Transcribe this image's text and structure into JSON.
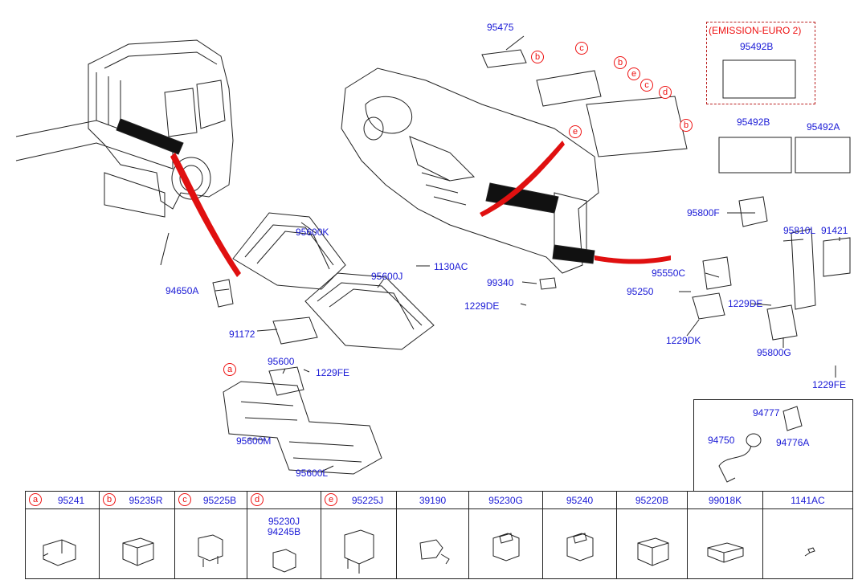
{
  "labels": {
    "p95475": "95475",
    "p95600K": "95600K",
    "p1130AC": "1130AC",
    "p95600J": "95600J",
    "p94650A": "94650A",
    "p91172": "91172",
    "p95600": "95600",
    "p1229FE_a": "1229FE",
    "p95600M": "95600M",
    "p95600L": "95600L",
    "p99340": "99340",
    "p1229DE_a": "1229DE",
    "p95800F": "95800F",
    "p95810L": "95810L",
    "p91421": "91421",
    "p95550C": "95550C",
    "p95250": "95250",
    "p1229DE_b": "1229DE",
    "p1229DK": "1229DK",
    "p95800G": "95800G",
    "p1229FE_b": "1229FE",
    "p95492B_top": "95492B",
    "p95492B": "95492B",
    "p95492A": "95492A",
    "p94777": "94777",
    "p94750": "94750",
    "p94776A": "94776A"
  },
  "emission": {
    "title": "(EMISSION-EURO 2)"
  },
  "callouts": {
    "b1": "b",
    "c1": "c",
    "b2": "b",
    "e1": "e",
    "c2": "c",
    "d1": "d",
    "b3": "b",
    "e2": "e",
    "a1": "a"
  },
  "table": [
    {
      "letter": "a",
      "part": "95241",
      "part2": "",
      "icon": "relay-5pin-icon"
    },
    {
      "letter": "b",
      "part": "95235R",
      "part2": "",
      "icon": "relay-cube-icon"
    },
    {
      "letter": "c",
      "part": "95225B",
      "part2": "",
      "icon": "relay-mini-icon"
    },
    {
      "letter": "d",
      "part": "95230J",
      "part2": "94245B",
      "icon": "relay-micro-icon"
    },
    {
      "letter": "e",
      "part": "95225J",
      "part2": "",
      "icon": "relay-tall-icon"
    },
    {
      "letter": "",
      "part": "39190",
      "part2": "",
      "icon": "sensor-bracket-icon"
    },
    {
      "letter": "",
      "part": "95230G",
      "part2": "",
      "icon": "relay-socket-icon"
    },
    {
      "letter": "",
      "part": "95240",
      "part2": "",
      "icon": "relay-socket-icon"
    },
    {
      "letter": "",
      "part": "95220B",
      "part2": "",
      "icon": "relay-cube-icon"
    },
    {
      "letter": "",
      "part": "99018K",
      "part2": "",
      "icon": "module-box-icon"
    },
    {
      "letter": "",
      "part": "1141AC",
      "part2": "",
      "icon": "screw-icon"
    }
  ],
  "colors": {
    "label": "#1a1ad6",
    "callout": "#e11111",
    "leader": "#e01010",
    "line": "#222222"
  }
}
